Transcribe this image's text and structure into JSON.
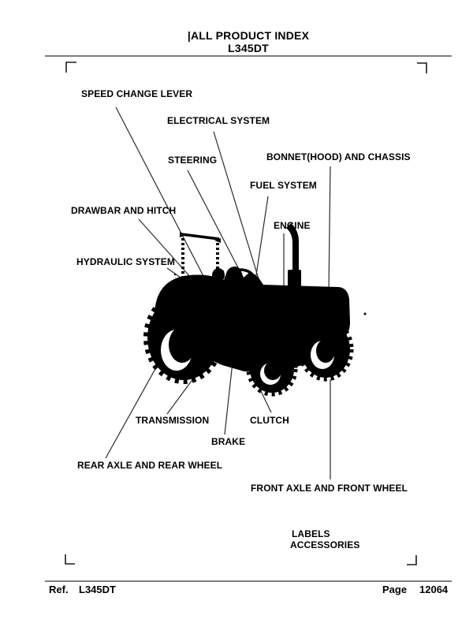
{
  "header": {
    "title": "|ALL PRODUCT INDEX",
    "model": "L345DT"
  },
  "callouts": [
    {
      "text": "SPEED CHANGE LEVER"
    },
    {
      "text": "ELECTRICAL SYSTEM"
    },
    {
      "text": "STEERING"
    },
    {
      "text": "BONNET(HOOD) AND CHASSIS"
    },
    {
      "text": "FUEL SYSTEM"
    },
    {
      "text": "ENGINE"
    },
    {
      "text": "DRAWBAR AND HITCH"
    },
    {
      "text": "HYDRAULIC SYSTEM"
    },
    {
      "text": "TRANSMISSION"
    },
    {
      "text": "CLUTCH"
    },
    {
      "text": "BRAKE"
    },
    {
      "text": "REAR AXLE AND REAR WHEEL"
    },
    {
      "text": "FRONT AXLE AND FRONT WHEEL"
    },
    {
      "text": "LABELS"
    },
    {
      "text": "ACCESSORIES"
    }
  ],
  "footer": {
    "ref_label": "Ref.",
    "ref_value": "L345DT",
    "page_label": "Page",
    "page_value": "12064"
  },
  "illustration": {
    "icon": "tractor-silhouette-icon",
    "ink_color": "#000000",
    "rule_color": "#7d7d7d"
  }
}
